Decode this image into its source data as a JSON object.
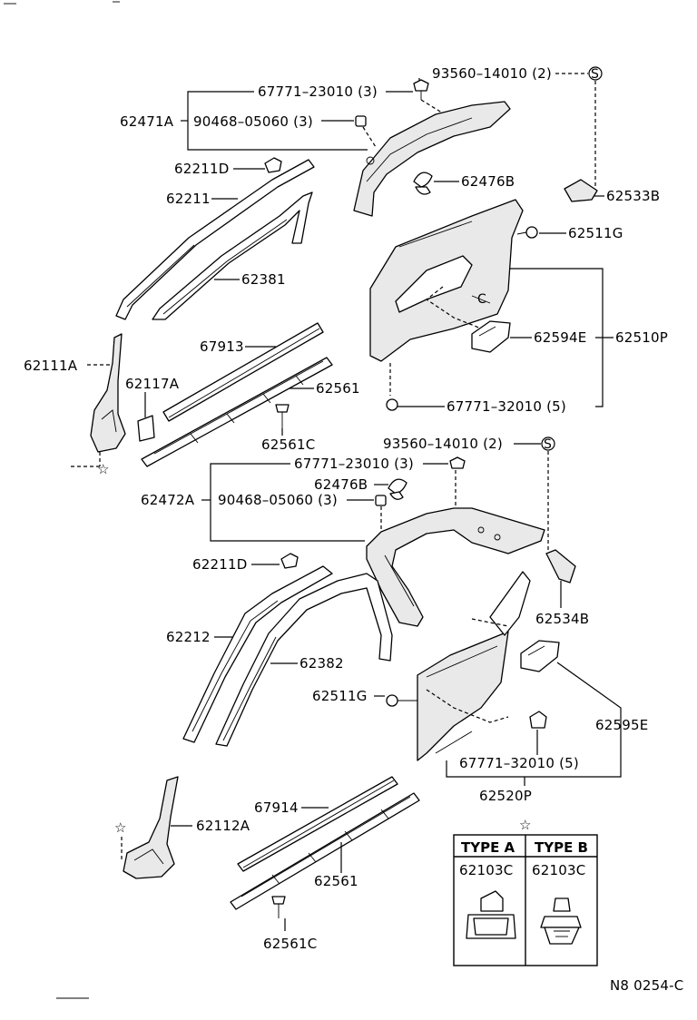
{
  "labels": {
    "p93560_top": "93560–14010 (2)",
    "p67771_23010_top": "67771–23010 (3)",
    "p62471A": "62471A",
    "p90468_top": "90468–05060 (3)",
    "p62211D_top": "62211D",
    "p62476B_top": "62476B",
    "p62533B": "62533B",
    "p62211": "62211",
    "p62511G_top": "62511G",
    "p62381": "62381",
    "p62594E": "62594E",
    "p62510P": "62510P",
    "p67913": "67913",
    "p62111A": "62111A",
    "p62117A": "62117A",
    "p62561_top": "62561",
    "p67771_32010_top": "67771–32010 (5)",
    "p62561C_top": "62561C",
    "p93560_bot": "93560–14010 (2)",
    "p67771_23010_bot": "67771–23010 (3)",
    "p62476B_bot": "62476B",
    "p62472A": "62472A",
    "p90468_bot": "90468–05060 (3)",
    "p62211D_bot": "62211D",
    "p62534B": "62534B",
    "p62212": "62212",
    "p62382": "62382",
    "p62511G_bot": "62511G",
    "p62595E": "62595E",
    "p67771_32010_bot": "67771–32010 (5)",
    "p62520P": "62520P",
    "p67914": "67914",
    "p62112A": "62112A",
    "p62561_bot": "62561",
    "p62561C_bot": "62561C"
  },
  "table": {
    "type_a": "TYPE A",
    "type_b": "TYPE B",
    "part_a": "62103C",
    "part_b": "62103C"
  },
  "symbols": {
    "circled_s": "S",
    "star": "☆"
  },
  "footer_code": "N8  0254-C"
}
